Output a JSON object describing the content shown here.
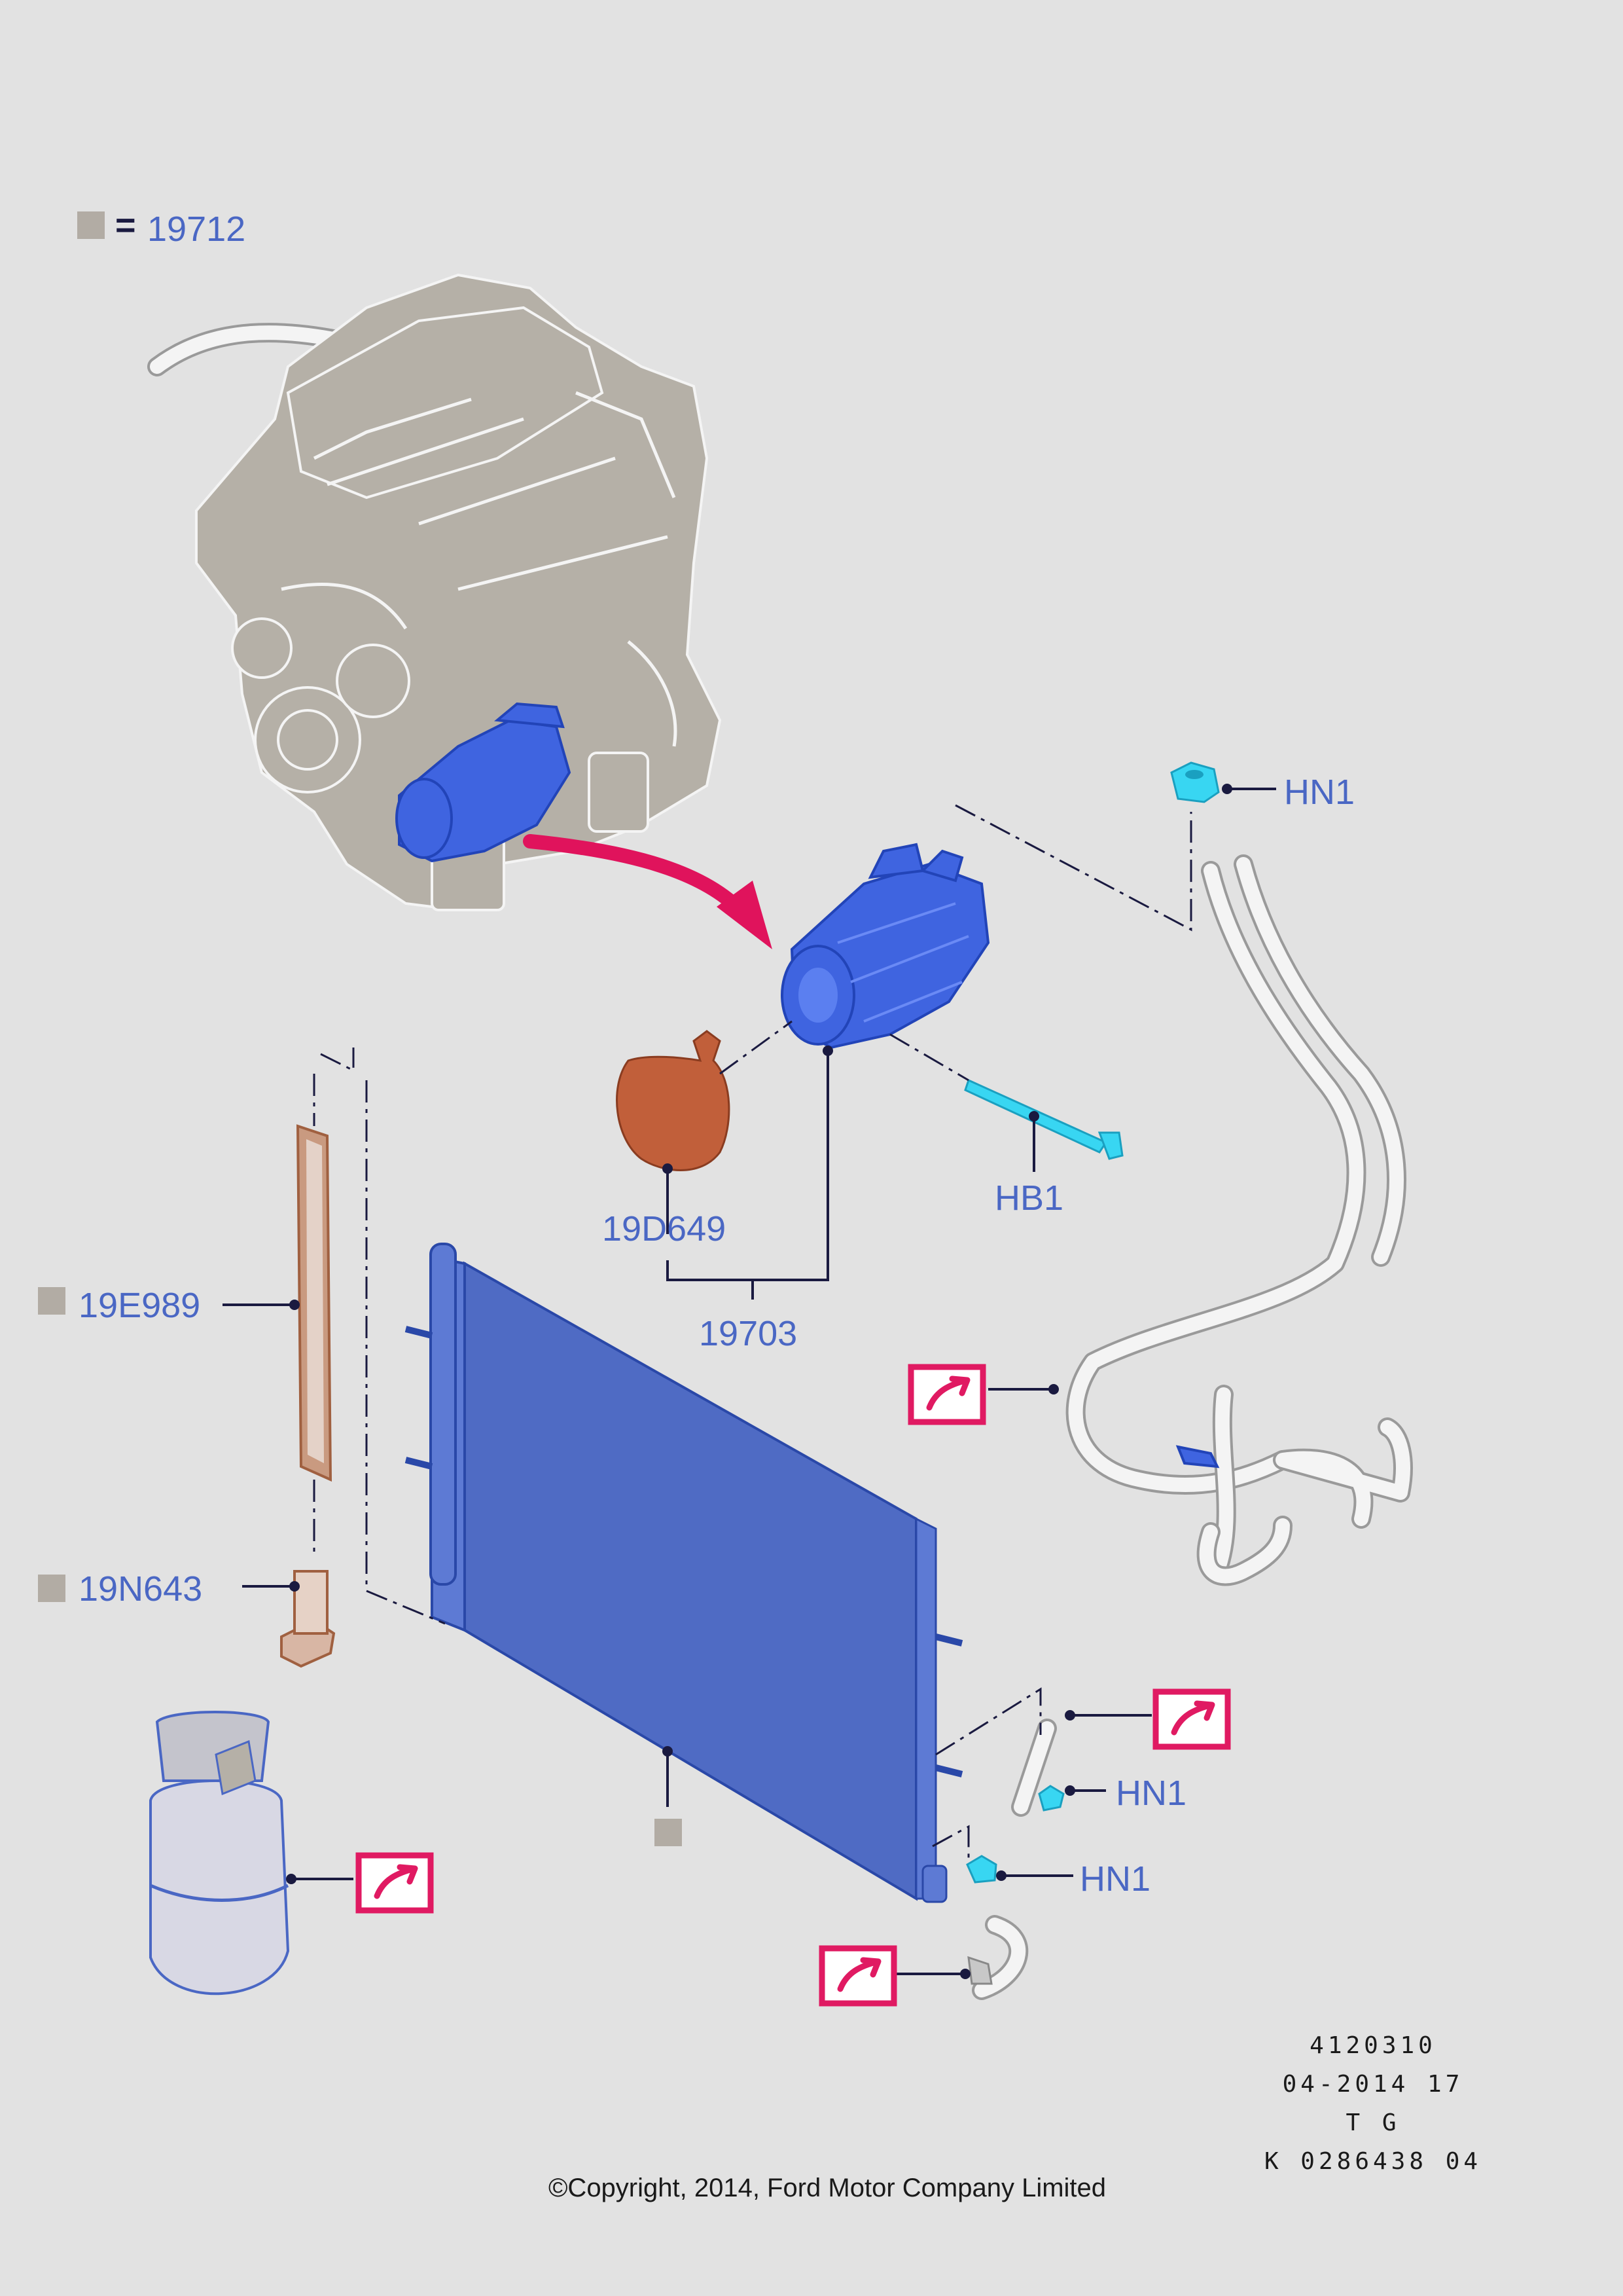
{
  "legend": {
    "label": "19712"
  },
  "callouts": {
    "hn1_top": "HN1",
    "hb1": "HB1",
    "p19d649": "19D649",
    "p19703": "19703",
    "p19e989": "19E989",
    "p19n643": "19N643",
    "hn1_mid": "HN1",
    "hn1_low": "HN1"
  },
  "footer": {
    "code_1": "4120310",
    "code_2": "04-2014 17",
    "code_3": "T G",
    "code_4": "K 0286438 04",
    "copyright": "©Copyright, 2014, Ford Motor Company Limited"
  },
  "colors": {
    "background": "#e2e2e2",
    "highlight_blue": "#3f64e0",
    "condenser_blue": "#4f6bc4",
    "fastener_cyan": "#38d6f2",
    "clutch_orange": "#c15f3a",
    "link_pink": "#e01a62",
    "callout_text": "#4a67c4"
  }
}
